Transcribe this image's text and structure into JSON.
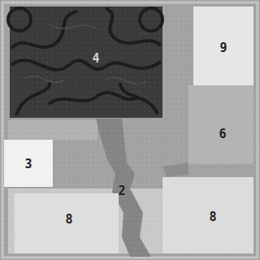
{
  "diagram": {
    "nodes": [
      {
        "text": [
          "4"
        ]
      },
      {
        "text": [
          "9"
        ]
      },
      {
        "text": [
          "6"
        ]
      },
      {
        "text": [
          "3"
        ]
      },
      {
        "text": [
          "8"
        ]
      },
      {
        "text": [
          "8"
        ]
      }
    ],
    "labels": [
      "2"
    ]
  }
}
